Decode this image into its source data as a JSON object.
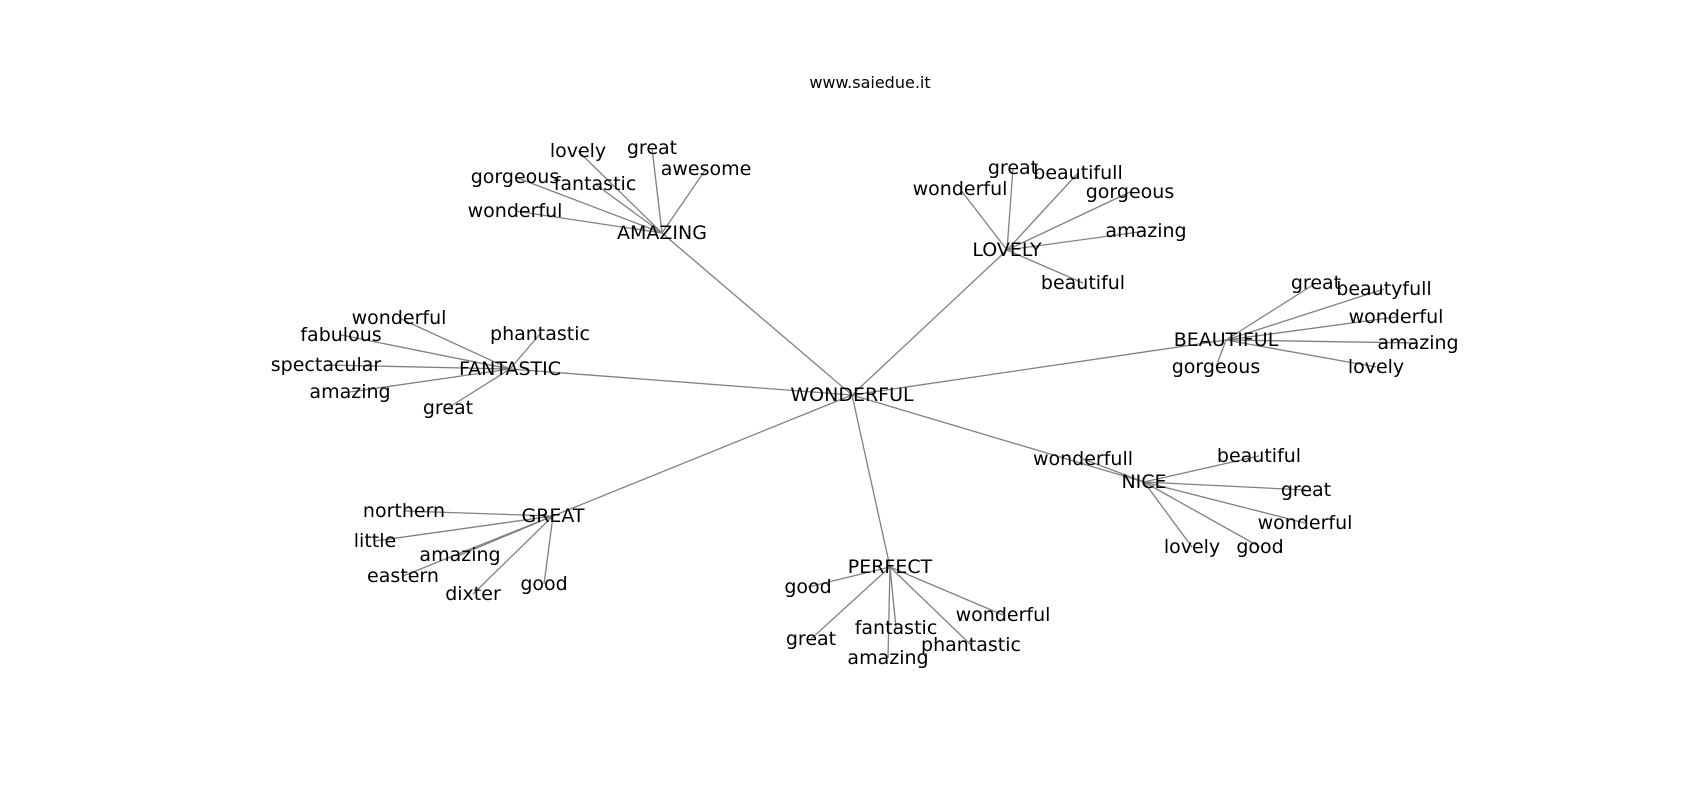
{
  "site_caption": "www.saiedue.it",
  "graph": {
    "root": "WONDERFUL",
    "hubs": [
      {
        "id": "amazing",
        "label": "AMAZING",
        "leaves": [
          "lovely",
          "great",
          "gorgeous",
          "fantastic",
          "awesome",
          "wonderful"
        ]
      },
      {
        "id": "lovely",
        "label": "LOVELY",
        "leaves": [
          "great",
          "beautifull",
          "wonderful",
          "gorgeous",
          "amazing",
          "beautiful"
        ]
      },
      {
        "id": "beautiful",
        "label": "BEAUTIFUL",
        "leaves": [
          "great",
          "beautyfull",
          "wonderful",
          "amazing",
          "gorgeous",
          "lovely"
        ]
      },
      {
        "id": "fantastic",
        "label": "FANTASTIC",
        "leaves": [
          "wonderful",
          "fabulous",
          "phantastic",
          "spectacular",
          "amazing",
          "great"
        ]
      },
      {
        "id": "nice",
        "label": "NICE",
        "leaves": [
          "wonderfull",
          "beautiful",
          "great",
          "wonderful",
          "lovely",
          "good"
        ]
      },
      {
        "id": "great",
        "label": "GREAT",
        "leaves": [
          "northern",
          "little",
          "amazing",
          "eastern",
          "dixter",
          "good"
        ]
      },
      {
        "id": "perfect",
        "label": "PERFECT",
        "leaves": [
          "good",
          "wonderful",
          "fantastic",
          "great",
          "phantastic",
          "amazing"
        ]
      }
    ]
  }
}
